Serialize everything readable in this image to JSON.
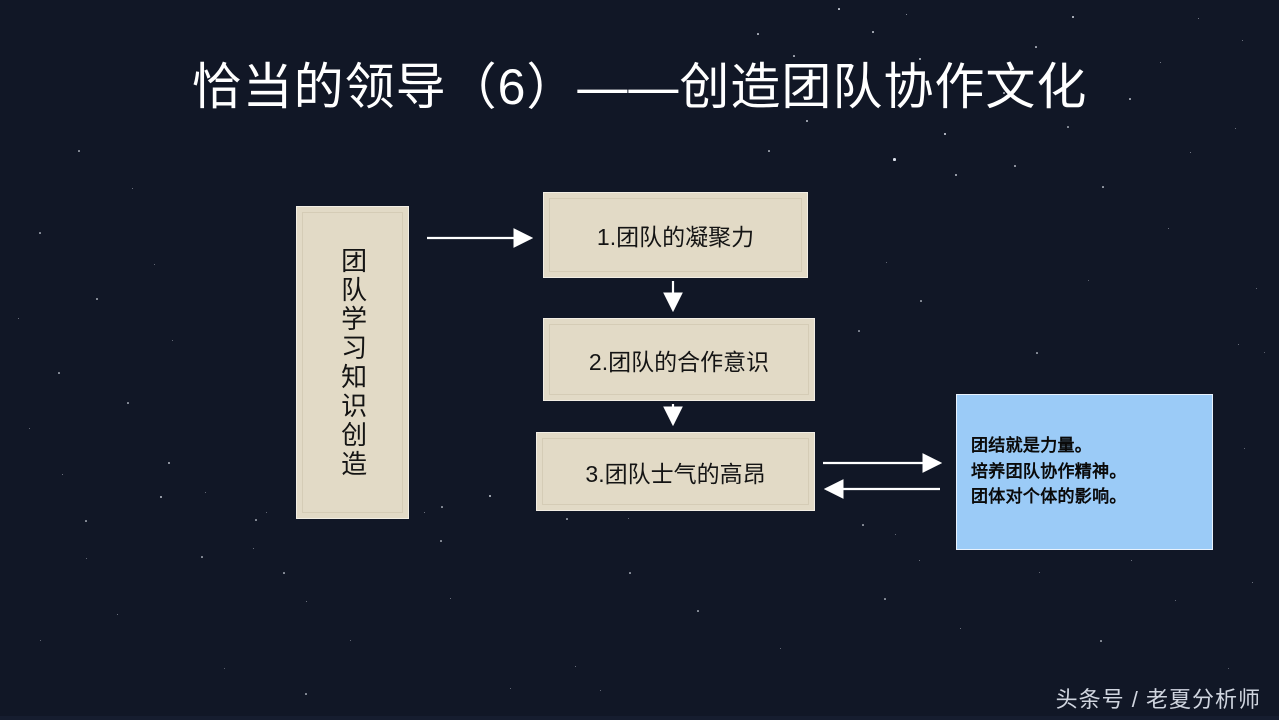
{
  "slide": {
    "title": "恰当的领导（6）——创造团队协作文化",
    "background_color": "#111726",
    "title_color": "#ffffff"
  },
  "diagram": {
    "source_box": {
      "label": "团队学习知识创造",
      "fill": "#e2dac6",
      "text_color": "#141414"
    },
    "steps": [
      {
        "label": "1.团队的凝聚力",
        "fill": "#e2dac6"
      },
      {
        "label": "2.团队的合作意识",
        "fill": "#e2dac6"
      },
      {
        "label": "3.团队士气的高昂",
        "fill": "#e2dac6"
      }
    ],
    "conclusion_box": {
      "fill": "#9bcbf7",
      "text_color": "#0a0a0a",
      "lines": [
        "团结就是力量。",
        "培养团队协作精神。",
        "团体对个体的影响。"
      ]
    },
    "connectors": [
      {
        "name": "source-to-step1",
        "direction": "right"
      },
      {
        "name": "step1-to-step2",
        "direction": "down"
      },
      {
        "name": "step2-to-step3",
        "direction": "down"
      },
      {
        "name": "step3-to-conclusion",
        "direction": "right"
      },
      {
        "name": "conclusion-to-step3",
        "direction": "left"
      }
    ]
  },
  "footer": {
    "watermark": "头条号 / 老夏分析师"
  }
}
